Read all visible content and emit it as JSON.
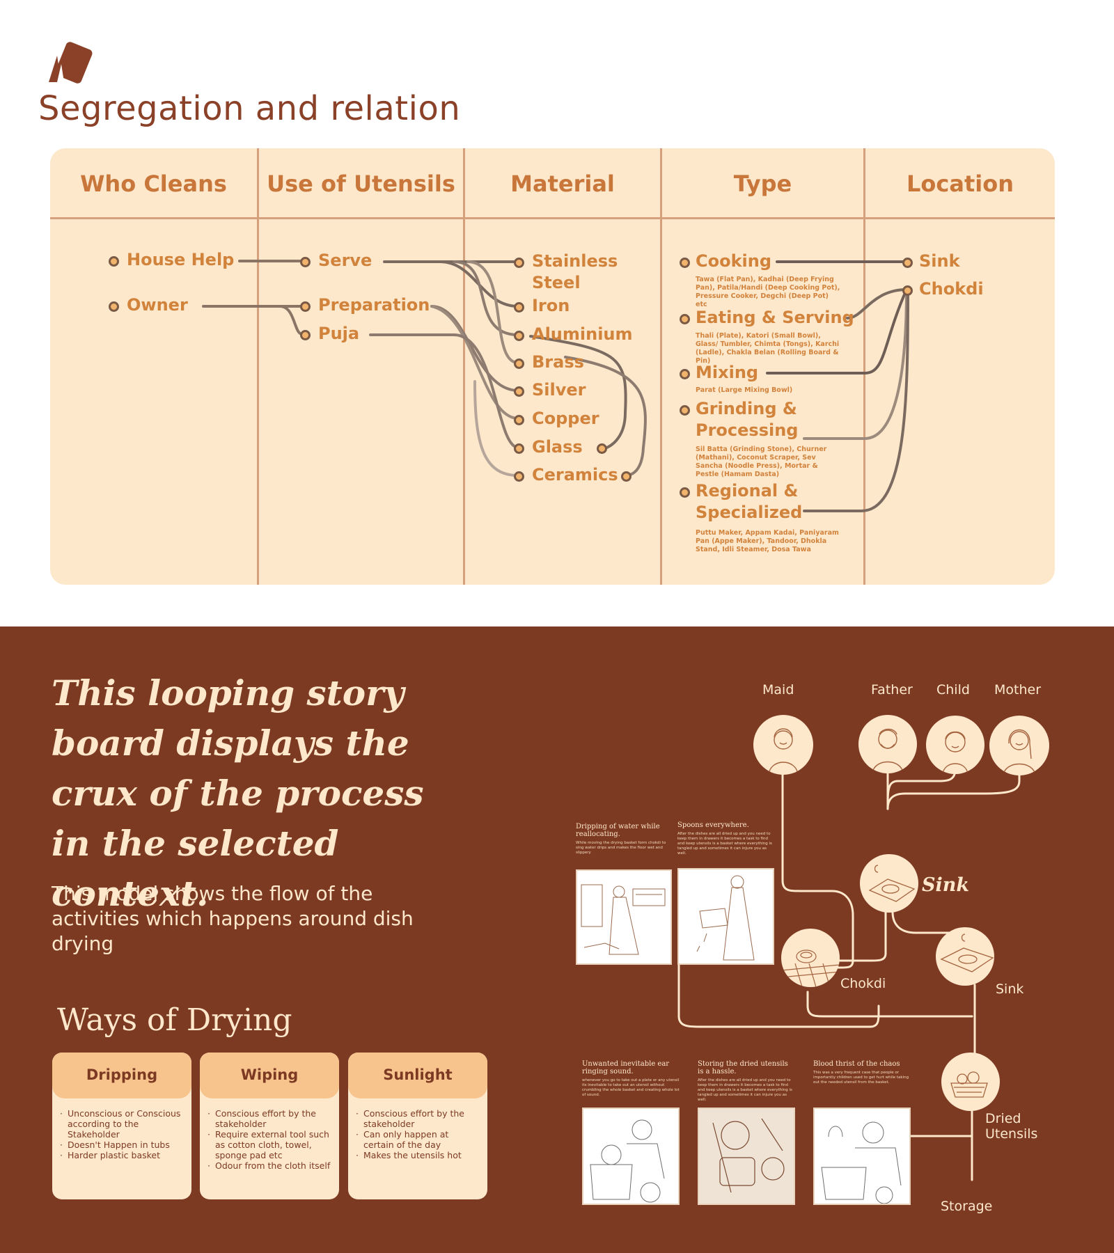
{
  "page": {
    "title": "Segregation and relation"
  },
  "columns": [
    "Who Cleans",
    "Use of Utensils",
    "Material",
    "Type",
    "Location"
  ],
  "who_cleans": [
    "House Help",
    "Owner"
  ],
  "uses": [
    "Serve",
    "Preparation",
    "Puja"
  ],
  "materials": [
    "Stainless",
    "Steel",
    "Iron",
    "Aluminium",
    "Brass",
    "Silver",
    "Copper",
    "Glass",
    "Ceramics"
  ],
  "types": [
    {
      "name": "Cooking",
      "examples": "Tawa (Flat Pan), Kadhai (Deep Frying Pan), Patila/Handi (Deep Cooking Pot), Pressure Cooker, Degchi (Deep Pot) etc"
    },
    {
      "name": "Eating & Serving",
      "examples": "Thali (Plate), Katori (Small Bowl), Glass/ Tumbler, Chimta (Tongs), Karchi (Ladle), Chakla Belan (Rolling Board & Pin)"
    },
    {
      "name": "Mixing",
      "examples": "Parat (Large Mixing Bowl)"
    },
    {
      "name": "Grinding &",
      "name2": "Processing",
      "examples": "Sil Batta (Grinding Stone), Churner (Mathani), Coconut Scraper, Sev Sancha (Noodle Press), Mortar & Pestle (Hamam Dasta)"
    },
    {
      "name": "Regional &",
      "name2": "Specialized",
      "examples": "Puttu Maker, Appam Kadai, Paniyaram Pan (Appe Maker), Tandoor, Dhokla Stand, Idli Steamer, Dosa Tawa"
    }
  ],
  "locations": [
    "Sink",
    "Chokdi"
  ],
  "story": {
    "heading": "This looping story board displays the crux of the process in the selected context.",
    "subtext": "This model shows the flow of the activities which happens around dish drying"
  },
  "ways": {
    "title": "Ways of Drying",
    "cards": [
      {
        "title": "Dripping",
        "points": [
          "Unconscious or Conscious according to the Stakeholder",
          "Doesn't Happen in tubs",
          "Harder plastic basket"
        ]
      },
      {
        "title": "Wiping",
        "points": [
          "Conscious effort by the stakeholder",
          "Require external tool such as cotton cloth, towel, sponge pad etc",
          "Odour from the cloth itself"
        ]
      },
      {
        "title": "Sunlight",
        "points": [
          "Conscious effort by the stakeholder",
          "Can only happen at certain of the day",
          "Makes the utensils hot"
        ]
      }
    ]
  },
  "flow": {
    "people": [
      "Maid",
      "Father",
      "Child",
      "Mother"
    ],
    "sink_big": "Sink",
    "chokdi": "Chokdi",
    "sink": "Sink",
    "dried": "Dried Utensils",
    "storage": "Storage"
  },
  "frames": [
    {
      "title": "Dripping of water while reallocating.",
      "desc": "While moving the drying basket form chokdi to sing water drips and makes the floor wet and slippery"
    },
    {
      "title": "Spoons everywhere.",
      "desc": "After the dishes are all dried up and you need to keep them in drawers it becomes a task to find and keep utensils is a basket where everything is tangled up and sometimes it can injure you as well."
    },
    {
      "title": "Unwanted inevitable ear ringing sound.",
      "desc": "whenever you go to take out a plate or any utensil its inevitable to take out an utensil without crumbling the whole basket and creating whole lot of sound."
    },
    {
      "title": "Storing the dried utensils is a hassle.",
      "desc": "After the dishes are all dried up and you need to keep them in drawers it becomes a task to find and keep utensils is a basket where everything is tangled up and sometimes it can injure you as well."
    },
    {
      "title": "Blood thrist of the chaos",
      "desc": "This was a very frequent case that people or importantly children used to get hurt while taking out the needed utensil from the basket."
    }
  ],
  "colors": {
    "accent": "#d1823b",
    "panel": "#fde8cc",
    "brown": "#7d3a22",
    "divider": "#d7a07c"
  }
}
